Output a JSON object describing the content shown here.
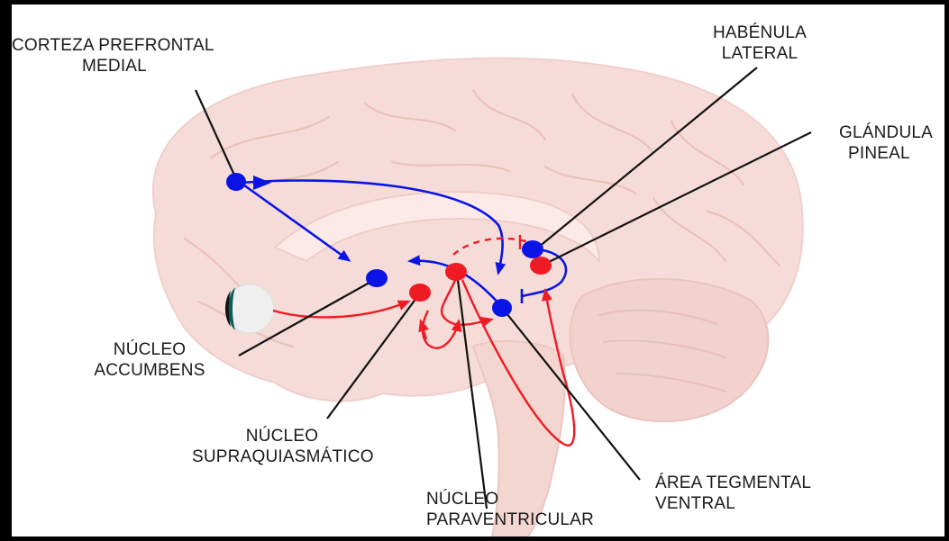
{
  "labels": {
    "prefrontal": [
      "CORTEZA PREFRONTAL",
      "MEDIAL"
    ],
    "habenula": [
      "HABÉNULA",
      "LATERAL"
    ],
    "pineal": [
      "GLÁNDULA",
      "PINEAL"
    ],
    "accumbens": [
      "NÚCLEO",
      "ACCUMBENS"
    ],
    "suprachiasmatic": [
      "NÚCLEO",
      "SUPRAQUIASMÁTICO"
    ],
    "paraventricular": [
      "NÚCLEO",
      "PARAVENTRICULAR"
    ],
    "vta": [
      "ÁREA TEGMENTAL",
      "VENTRAL"
    ]
  },
  "colors": {
    "brain": "#f6dcd8",
    "brain_fold": "#efc9c3",
    "blue_node": "#0a14e6",
    "red_node": "#ee1b24",
    "pointer": "#111111"
  }
}
